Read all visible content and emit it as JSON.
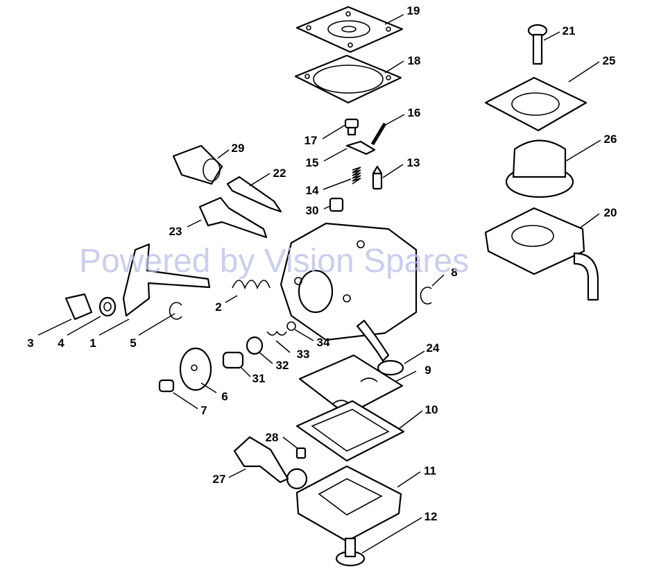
{
  "watermark": "Powered by Vision Spares",
  "callouts": [
    "1",
    "2",
    "3",
    "4",
    "5",
    "6",
    "7",
    "8",
    "9",
    "10",
    "11",
    "12",
    "13",
    "14",
    "15",
    "16",
    "17",
    "18",
    "19",
    "20",
    "21",
    "22",
    "23",
    "24",
    "25",
    "26",
    "27",
    "28",
    "29",
    "30",
    "31",
    "32",
    "33",
    "34"
  ],
  "colors": {
    "line": "#000000",
    "background": "#ffffff",
    "watermark": "#b9bde6"
  }
}
